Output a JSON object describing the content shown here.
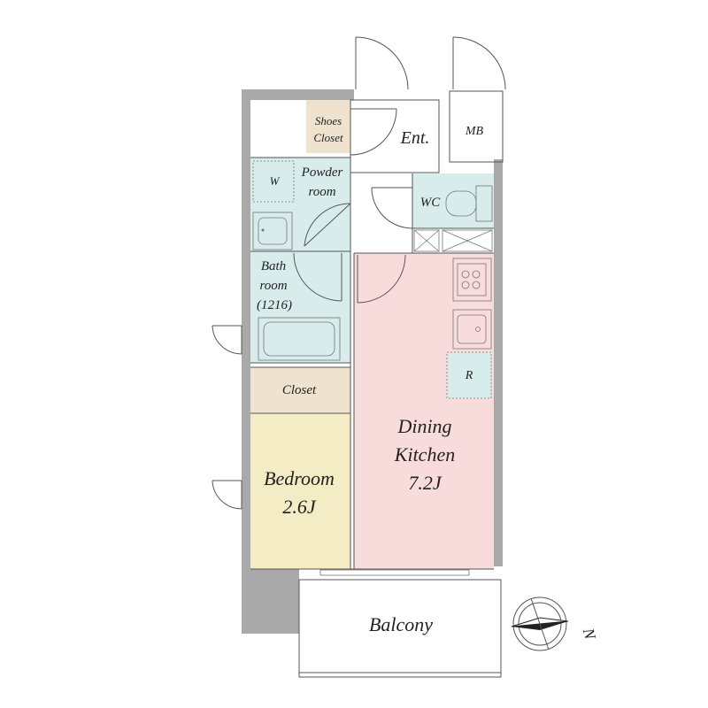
{
  "rooms": {
    "entrance": "Ent.",
    "meter_box": "MB",
    "shoes_closet_line1": "Shoes",
    "shoes_closet_line2": "Closet",
    "washer": "W",
    "powder_room_line1": "Powder",
    "powder_room_line2": "room",
    "wc": "WC",
    "bathroom_line1": "Bath",
    "bathroom_line2": "room",
    "bathroom_line3": "(1216)",
    "refrigerator": "R",
    "closet": "Closet",
    "bedroom_name": "Bedroom",
    "bedroom_size": "2.6J",
    "dining_line1": "Dining",
    "dining_line2": "Kitchen",
    "dining_size": "7.2J",
    "balcony": "Balcony"
  },
  "compass": {
    "north_label": "N"
  },
  "colors": {
    "wet_area": "#d8ecec",
    "bedroom": "#f3ecc4",
    "closet": "#efe3cf",
    "dining_kitchen": "#f8dcdc",
    "wall": "#a9a9a9"
  }
}
